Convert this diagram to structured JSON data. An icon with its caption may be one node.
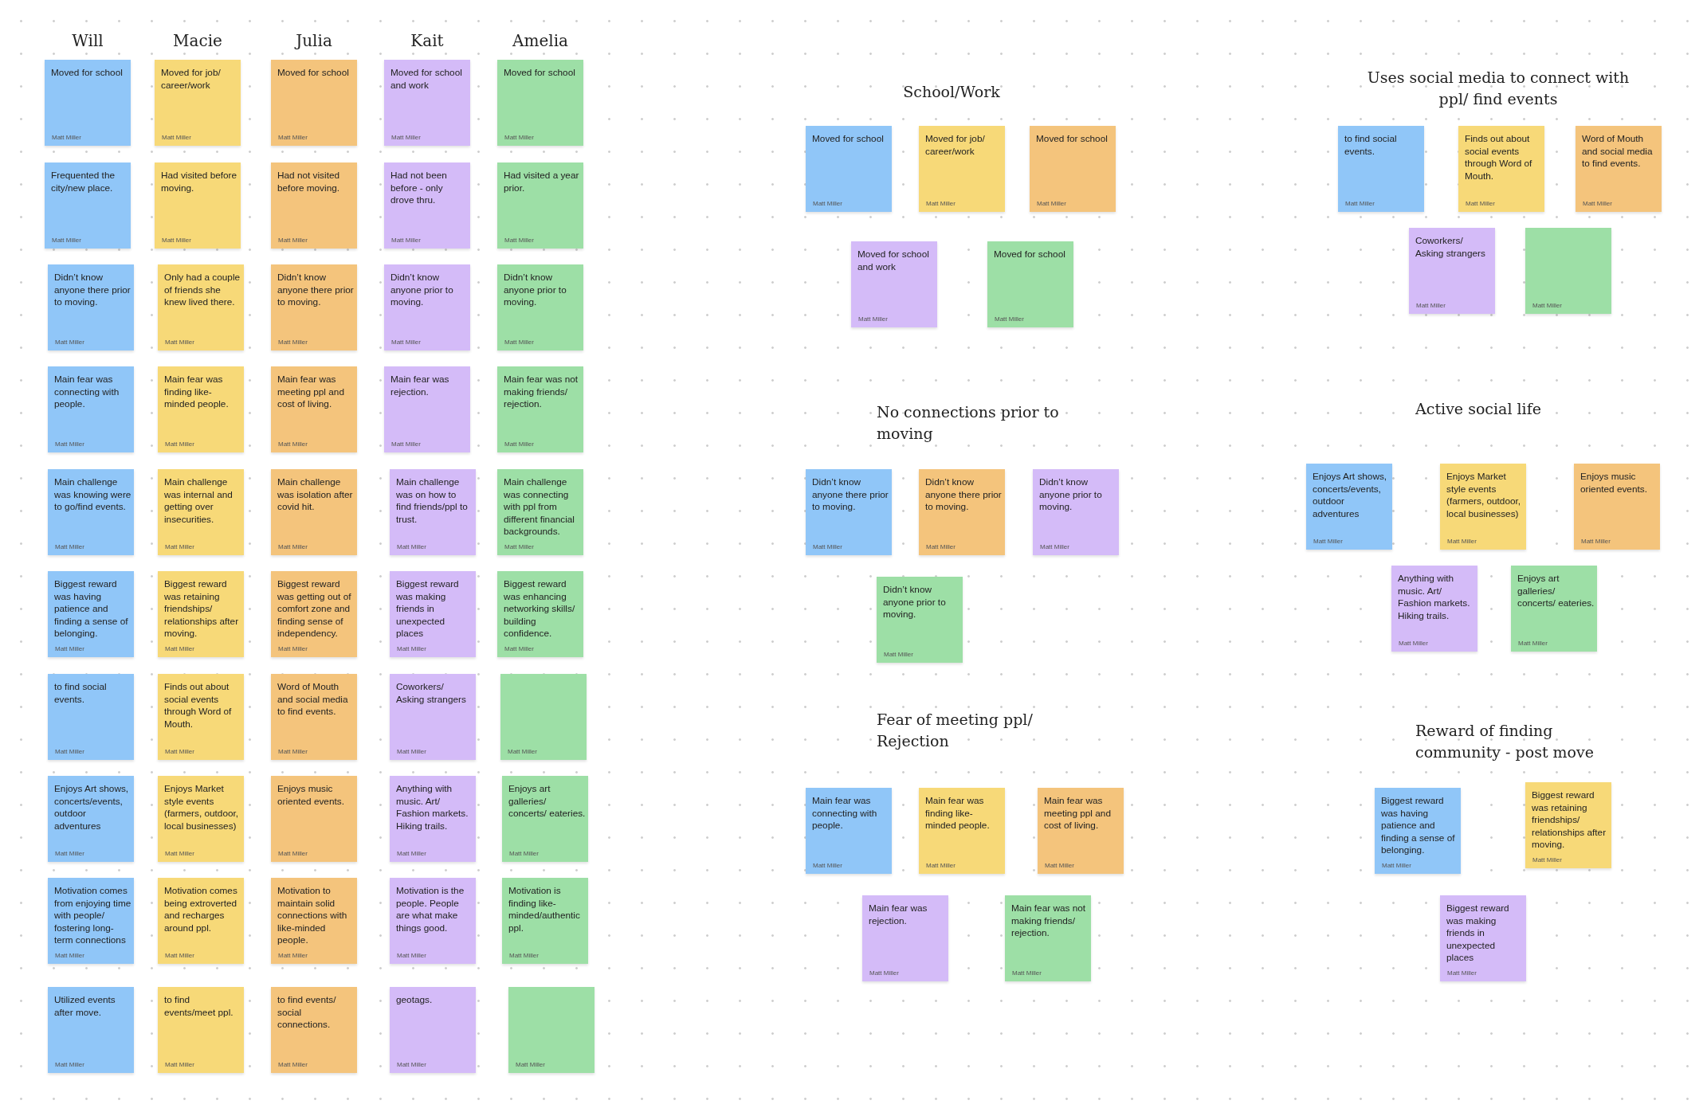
{
  "diagram": {
    "nodes": [
      {
        "text": [
          "Moved for school",
          "Matt Miller"
        ]
      },
      {
        "text": [
          "Moved for job/ career/work",
          "Matt Miller"
        ]
      },
      {
        "text": [
          "Moved for school",
          "Matt Miller"
        ]
      },
      {
        "text": [
          "Moved for school and work",
          "Matt Miller"
        ]
      },
      {
        "text": [
          "Moved for school",
          "Matt Miller"
        ]
      },
      {
        "text": [
          "Frequented the city/new place.",
          "Matt Miller"
        ]
      },
      {
        "text": [
          "Had visited before moving.",
          "Matt Miller"
        ]
      },
      {
        "text": [
          "Had not visited before moving.",
          "Matt Miller"
        ]
      },
      {
        "text": [
          "Had not been before - only drove thru.",
          "Matt Miller"
        ]
      },
      {
        "text": [
          "Had visited a year prior.",
          "Matt Miller"
        ]
      },
      {
        "text": [
          "Didn’t know anyone there prior to moving.",
          "Matt Miller"
        ]
      },
      {
        "text": [
          "Only had a couple of friends she knew lived there.",
          "Matt Miller"
        ]
      },
      {
        "text": [
          "Didn’t know anyone there prior to moving.",
          "Matt Miller"
        ]
      },
      {
        "text": [
          "Didn’t know anyone prior to moving.",
          "Matt Miller"
        ]
      },
      {
        "text": [
          "Didn’t know anyone prior to moving.",
          "Matt Miller"
        ]
      },
      {
        "text": [
          "Main fear was connecting with people.",
          "Matt Miller"
        ]
      },
      {
        "text": [
          "Main fear was finding like-minded people.",
          "Matt Miller"
        ]
      },
      {
        "text": [
          "Main fear was meeting ppl and cost of living.",
          "Matt Miller"
        ]
      },
      {
        "text": [
          "Main fear was rejection.",
          "Matt Miller"
        ]
      },
      {
        "text": [
          "Main fear was not making friends/ rejection.",
          "Matt Miller"
        ]
      },
      {
        "text": [
          "Main challenge was knowing were to go/find events.",
          "Matt Miller"
        ]
      },
      {
        "text": [
          "Main challenge was internal and getting over insecurities.",
          "Matt Miller"
        ]
      },
      {
        "text": [
          "Main challenge was isolation after covid hit.",
          "Matt Miller"
        ]
      },
      {
        "text": [
          "Main challenge was on how to find friends/ppl to trust.",
          "Matt Miller"
        ]
      },
      {
        "text": [
          "Main challenge was connecting with ppl from different financial backgrounds.",
          "Matt Miller"
        ]
      },
      {
        "text": [
          "Biggest reward was having patience and finding a sense of belonging.",
          "Matt Miller"
        ]
      },
      {
        "text": [
          "Biggest reward was retaining friendships/ relationships after moving.",
          "Matt Miller"
        ]
      },
      {
        "text": [
          "Biggest reward was getting out of comfort zone and finding sense of independency.",
          "Matt Miller"
        ]
      },
      {
        "text": [
          "Biggest reward was making friends in unexpected places",
          "Matt Miller"
        ]
      },
      {
        "text": [
          "Biggest reward was enhancing networking skills/ building confidence.",
          "Matt Miller"
        ]
      },
      {
        "text": [
          "to find social events.",
          "Matt Miller"
        ]
      },
      {
        "text": [
          "Finds out about social events through Word of Mouth.",
          "Matt Miller"
        ]
      },
      {
        "text": [
          "Word of Mouth and social media to find events.",
          "Matt Miller"
        ]
      },
      {
        "text": [
          "Coworkers/ Asking strangers",
          "Matt Miller"
        ]
      },
      {
        "text": [
          "Matt Miller"
        ]
      },
      {
        "text": [
          "Enjoys Art shows, concerts/events, outdoor adventures",
          "Matt Miller"
        ]
      },
      {
        "text": [
          "Enjoys Market style events (farmers, outdoor, local businesses)",
          "Matt Miller"
        ]
      },
      {
        "text": [
          "Enjoys music oriented events.",
          "Matt Miller"
        ]
      },
      {
        "text": [
          "Anything with music. Art/ Fashion markets. Hiking trails.",
          "Matt Miller"
        ]
      },
      {
        "text": [
          "Enjoys art galleries/ concerts/ eateries.",
          "Matt Miller"
        ]
      },
      {
        "text": [
          "Motivation comes from enjoying time with people/ fostering long-term connections",
          "Matt Miller"
        ]
      },
      {
        "text": [
          "Motivation comes being extroverted and recharges around ppl.",
          "Matt Miller"
        ]
      },
      {
        "text": [
          "Motivation to maintain solid connections with like-minded people.",
          "Matt Miller"
        ]
      },
      {
        "text": [
          "Motivation is the people. People are what make things good.",
          "Matt Miller"
        ]
      },
      {
        "text": [
          "Motivation is finding like-minded/authentic ppl.",
          "Matt Miller"
        ]
      },
      {
        "text": [
          "Utilized events after move.",
          "Matt Miller"
        ]
      },
      {
        "text": [
          "to find events/meet ppl.",
          "Matt Miller"
        ]
      },
      {
        "text": [
          "to find events/ social connections.",
          "Matt Miller"
        ]
      },
      {
        "text": [
          "geotags.",
          "Matt Miller"
        ]
      },
      {
        "text": [
          "Matt Miller"
        ]
      },
      {
        "text": [
          "Moved for school",
          "Matt Miller"
        ]
      },
      {
        "text": [
          "Moved for job/ career/work",
          "Matt Miller"
        ]
      },
      {
        "text": [
          "Moved for school",
          "Matt Miller"
        ]
      },
      {
        "text": [
          "Moved for school and work",
          "Matt Miller"
        ]
      },
      {
        "text": [
          "Moved for school",
          "Matt Miller"
        ]
      },
      {
        "text": [
          "to find social events.",
          "Matt Miller"
        ]
      },
      {
        "text": [
          "Finds out about social events through Word of Mouth.",
          "Matt Miller"
        ]
      },
      {
        "text": [
          "Word of Mouth and social media to find events.",
          "Matt Miller"
        ]
      },
      {
        "text": [
          "Coworkers/ Asking strangers",
          "Matt Miller"
        ]
      },
      {
        "text": [
          "Matt Miller"
        ]
      },
      {
        "text": [
          "Didn’t know anyone there prior to moving.",
          "Matt Miller"
        ]
      },
      {
        "text": [
          "Didn’t know anyone there prior to moving.",
          "Matt Miller"
        ]
      },
      {
        "text": [
          "Didn’t know anyone prior to moving.",
          "Matt Miller"
        ]
      },
      {
        "text": [
          "Didn’t know anyone prior to moving.",
          "Matt Miller"
        ]
      },
      {
        "text": [
          "Enjoys Art shows, concerts/events, outdoor adventures",
          "Matt Miller"
        ]
      },
      {
        "text": [
          "Enjoys Market style events (farmers, outdoor, local businesses)",
          "Matt Miller"
        ]
      },
      {
        "text": [
          "Enjoys music oriented events.",
          "Matt Miller"
        ]
      },
      {
        "text": [
          "Anything with music. Art/ Fashion markets. Hiking trails.",
          "Matt Miller"
        ]
      },
      {
        "text": [
          "Enjoys art galleries/ concerts/ eateries.",
          "Matt Miller"
        ]
      },
      {
        "text": [
          "Main fear was connecting with people.",
          "Matt Miller"
        ]
      },
      {
        "text": [
          "Main fear was finding like-minded people.",
          "Matt Miller"
        ]
      },
      {
        "text": [
          "Main fear was meeting ppl and cost of living.",
          "Matt Miller"
        ]
      },
      {
        "text": [
          "Main fear was rejection.",
          "Matt Miller"
        ]
      },
      {
        "text": [
          "Main fear was not making friends/ rejection.",
          "Matt Miller"
        ]
      },
      {
        "text": [
          "Biggest reward was having patience and finding a sense of belonging.",
          "Matt Miller"
        ]
      },
      {
        "text": [
          "Biggest reward was retaining friendships/ relationships after moving.",
          "Matt Miller"
        ]
      },
      {
        "text": [
          "Biggest reward was making friends in unexpected places",
          "Matt Miller"
        ]
      }
    ],
    "labels": [
      "Will",
      "Macie",
      "Julia",
      "Kait",
      "Amelia",
      "School/Work",
      "Uses social media to connect with ppl/ find events",
      "No connections prior to moving",
      "Active social life",
      "Fear of meeting ppl/ Rejection",
      "Reward of finding community - post move"
    ]
  }
}
